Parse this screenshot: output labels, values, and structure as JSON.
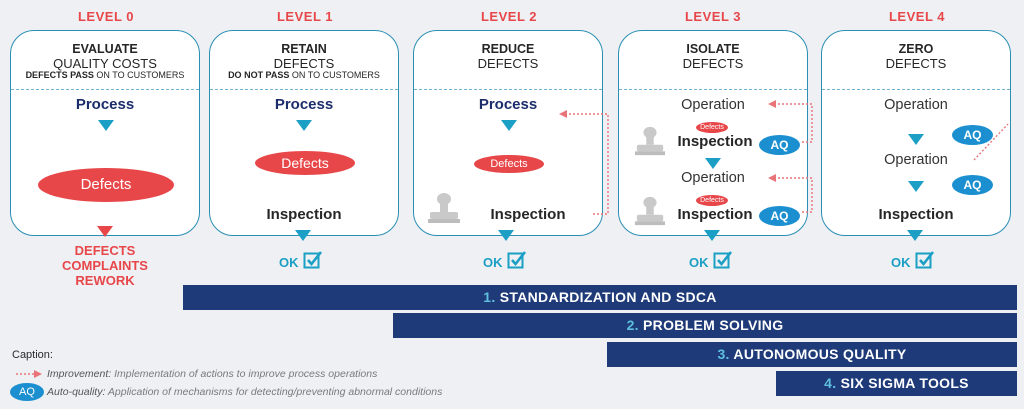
{
  "levels": [
    {
      "label": "LEVEL 0",
      "title": "EVALUATE",
      "sub": "QUALITY COSTS",
      "note_bold": "DEFECTS PASS",
      "note_rest": " ON TO CUSTOMERS"
    },
    {
      "label": "LEVEL 1",
      "title": "RETAIN",
      "sub": "DEFECTS",
      "note_bold": "DO NOT PASS",
      "note_rest": " ON TO CUSTOMERS"
    },
    {
      "label": "LEVEL 2",
      "title": "REDUCE",
      "sub": "DEFECTS"
    },
    {
      "label": "LEVEL 3",
      "title": "ISOLATE",
      "sub": "DEFECTS"
    },
    {
      "label": "LEVEL 4",
      "title": "ZERO",
      "sub": "DEFECTS"
    }
  ],
  "terms": {
    "process": "Process",
    "operation": "Operation",
    "inspection": "Inspection",
    "defects": "Defects",
    "aq": "AQ",
    "ok": "OK"
  },
  "level0_outcome": [
    "DEFECTS",
    "COMPLAINTS",
    "REWORK"
  ],
  "bars": [
    {
      "num": "1.",
      "label": " STANDARDIZATION AND SDCA"
    },
    {
      "num": "2.",
      "label": " PROBLEM SOLVING"
    },
    {
      "num": "3.",
      "label": " AUTONOMOUS QUALITY"
    },
    {
      "num": "4.",
      "label": " SIX SIGMA TOOLS"
    }
  ],
  "caption": {
    "title": "Caption:",
    "improvement_term": "Improvement:",
    "improvement_desc": " Implementation of actions to improve process operations",
    "aq_badge": "AQ",
    "aq_term": "Auto-quality:",
    "aq_desc": " Application of mechanisms for detecting/preventing abnormal conditions"
  },
  "colors": {
    "red": "#e8474a",
    "navy": "#1e3a78",
    "teal": "#1b9fc4",
    "aq_blue": "#1b8fcf"
  }
}
